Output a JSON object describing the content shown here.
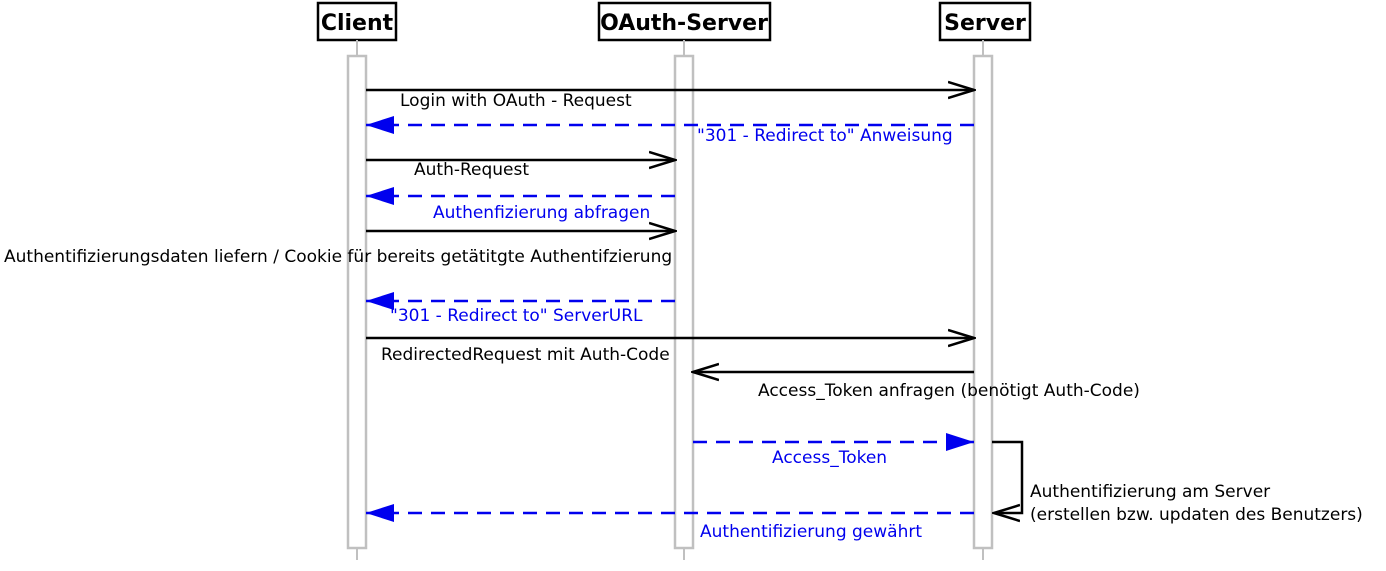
{
  "participants": [
    {
      "id": "client",
      "label": "Client"
    },
    {
      "id": "oauth",
      "label": "OAuth-Server"
    },
    {
      "id": "server",
      "label": "Server"
    }
  ],
  "messages": [
    {
      "from": "client",
      "to": "server",
      "style": "solid",
      "label": "Login with OAuth - Request"
    },
    {
      "from": "server",
      "to": "client",
      "style": "dashed",
      "label": "\"301 - Redirect to\" Anweisung"
    },
    {
      "from": "client",
      "to": "oauth",
      "style": "solid",
      "label": "Auth-Request"
    },
    {
      "from": "oauth",
      "to": "client",
      "style": "dashed",
      "label": "Authenfizierung abfragen"
    },
    {
      "from": "client",
      "to": "oauth",
      "style": "solid",
      "label": "Authentifizierungsdaten liefern / Cookie für bereits getätitgte Authentifzierung"
    },
    {
      "from": "oauth",
      "to": "client",
      "style": "dashed",
      "label": "\"301 - Redirect to\" ServerURL"
    },
    {
      "from": "client",
      "to": "server",
      "style": "solid",
      "label": "RedirectedRequest mit Auth-Code"
    },
    {
      "from": "server",
      "to": "oauth",
      "style": "solid",
      "label": "Access_Token anfragen (benötigt Auth-Code)"
    },
    {
      "from": "oauth",
      "to": "server",
      "style": "dashed",
      "label": "Access_Token"
    },
    {
      "from": "server",
      "to": "server",
      "style": "solid",
      "label_lines": [
        "Authentifizierung am Server",
        "(erstellen bzw. updaten des Benutzers)"
      ]
    },
    {
      "from": "server",
      "to": "client",
      "style": "dashed",
      "label": "Authentifizierung gewährt"
    }
  ],
  "colors": {
    "solid": "#000000",
    "dashed": "#0000ee",
    "lifeline": "#c0c0c0"
  }
}
